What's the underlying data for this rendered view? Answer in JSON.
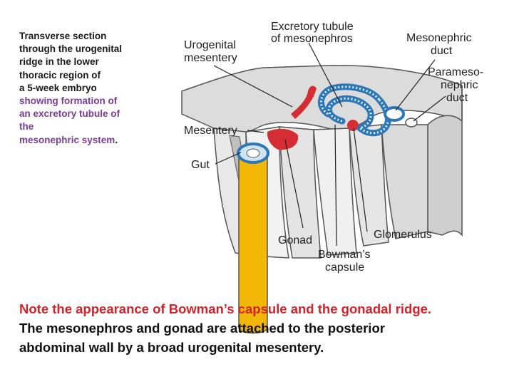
{
  "caption": {
    "line1": "Transverse section",
    "line2": "through the urogenital",
    "line3": "ridge in the lower",
    "line4": "thoracic region of",
    "line5": "a 5-week embryo",
    "line6_purple": "showing formation of",
    "line7_purple": "an excretory tubule of",
    "line8_purple": "the",
    "line9_purple": "mesonephric system",
    "line9_end": "."
  },
  "note": {
    "line1_red": "Note the appearance of Bowman’s capsule and the gonadal ridge.",
    "line2": "The mesonephros and gonad are attached to the posterior",
    "line3": "abdominal wall by a broad urogenital mesentery."
  },
  "labels": {
    "excretory_1": "Excretory tubule",
    "excretory_2": "of mesonephros",
    "urogenital_1": "Urogenital",
    "urogenital_2": "mesentery",
    "mesonephric_1": "Mesonephric",
    "mesonephric_2": "duct",
    "parameso_1": "Parameso-",
    "parameso_2": "nephric",
    "parameso_3": "duct",
    "mesentery": "Mesentery",
    "gut": "Gut",
    "gonad": "Gonad",
    "glomerulus": "Glomerulus",
    "bowman_1": "Bowman’s",
    "bowman_2": "capsule"
  },
  "colors": {
    "caption_purple": "#7a3c9a",
    "note_red": "#d2232a",
    "gut_yellow": "#f2b705",
    "tubule_blue": "#2b77b8",
    "vessel_red": "#d42e34"
  }
}
